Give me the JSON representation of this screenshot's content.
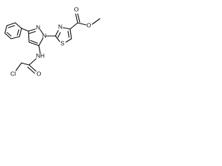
{
  "molecule": {
    "atoms": {
      "ester_carbonyl_o": "O",
      "ester_ether_o": "O",
      "thiazole_n": "N",
      "thiazole_s": "S",
      "pyrazole_n2": "N",
      "pyrazole_n1": "N",
      "amide_nh": "NH",
      "amide_o": "O",
      "chlorine": "Cl"
    }
  }
}
